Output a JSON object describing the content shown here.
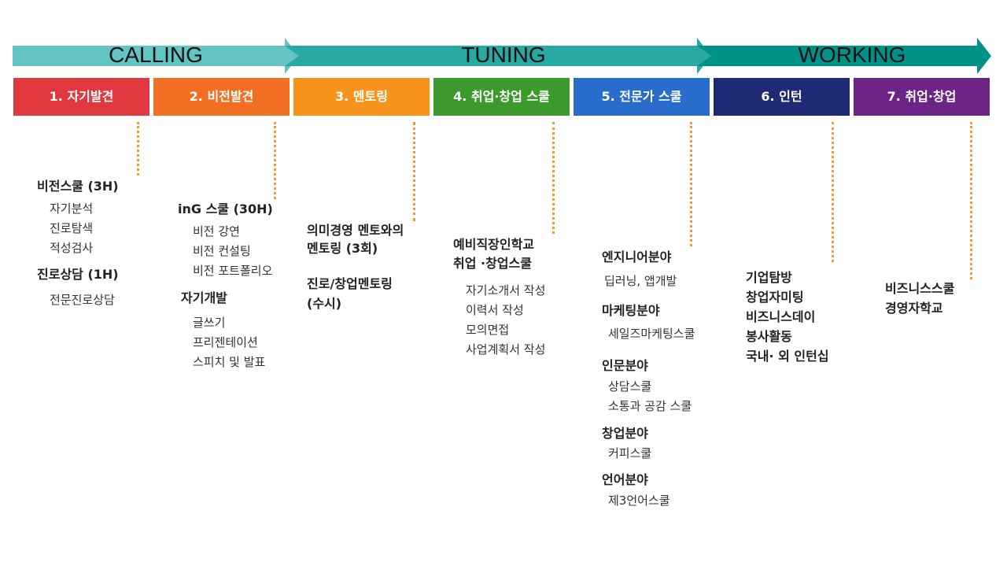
{
  "phases": [
    {
      "label": "CALLING",
      "color": "#63c4c2"
    },
    {
      "label": "TUNING",
      "color": "#2aa8a3"
    },
    {
      "label": "WORKING",
      "color": "#009287"
    }
  ],
  "steps": [
    {
      "label": "1. 자기발견",
      "color": "#e0383e"
    },
    {
      "label": "2. 비전발견",
      "color": "#f16e22"
    },
    {
      "label": "3. 멘토링",
      "color": "#f7941d"
    },
    {
      "label": "4. 취업·창업 스쿨",
      "color": "#3d9a2c"
    },
    {
      "label": "5. 전문가 스쿨",
      "color": "#2a6ccc"
    },
    {
      "label": "6. 인턴",
      "color": "#1f2a75"
    },
    {
      "label": "7. 취업·창업",
      "color": "#6c2486"
    }
  ],
  "col1": {
    "h1": "비전스쿨 (3H)",
    "s1": "자기분석",
    "s2": "진로탐색",
    "s3": "적성검사",
    "h2": "진로상담 (1H)",
    "s4": "전문진로상담"
  },
  "col2": {
    "h1": "inG 스쿨 (30H)",
    "s1": "비전 강연",
    "s2": "비전 컨설팅",
    "s3": "비전 포트폴리오",
    "h2": "자기개발",
    "s4": "글쓰기",
    "s5": "프리젠테이션",
    "s6": "스피치 및 발표"
  },
  "col3": {
    "h1a": "의미경영 멘토와의",
    "h1b": "멘토링 (3회)",
    "h2a": "진로/창업멘토링",
    "h2b": "(수시)"
  },
  "col4": {
    "h1a": "예비직장인학교",
    "h1b": "취업 ·창업스쿨",
    "s1": "자기소개서 작성",
    "s2": "이력서 작성",
    "s3": "모의면접",
    "s4": "사업계획서 작성"
  },
  "col5": {
    "h1": "엔지니어분야",
    "s1": "딥러닝, 앱개발",
    "h2": "마케팅분야",
    "s2": "세일즈마케팅스쿨",
    "h3": "인문분야",
    "s3": "상담스쿨",
    "s4": "소통과 공감 스쿨",
    "h4": "창업분야",
    "s5": "커피스쿨",
    "h5": "언어분야",
    "s6": "제3언어스쿨"
  },
  "col6": {
    "l1": "기업탐방",
    "l2": "창업자미팅",
    "l3": "비즈니스데이",
    "l4": "봉사활동",
    "l5": "국내· 외 인턴십"
  },
  "col7": {
    "l1": "비즈니스스쿨",
    "l2": "경영자학교"
  }
}
